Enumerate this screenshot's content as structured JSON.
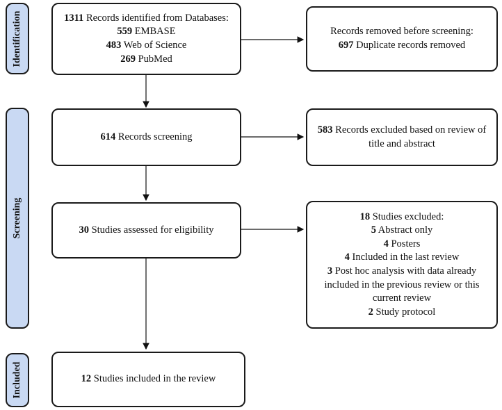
{
  "stages": {
    "identification": "Identification",
    "screening": "Screening",
    "included": "Included"
  },
  "identified": {
    "line1": {
      "num": "1311",
      "text": " Records identified from Databases:"
    },
    "line2": {
      "num": "559",
      "text": " EMBASE"
    },
    "line3": {
      "num": "483",
      "text": " Web of Science"
    },
    "line4": {
      "num": "269",
      "text": " PubMed"
    }
  },
  "removed": {
    "line1": {
      "text": "Records removed before screening:"
    },
    "line2": {
      "num": "697",
      "text": " Duplicate records removed"
    }
  },
  "screened": {
    "line1": {
      "num": "614",
      "text": " Records screening"
    }
  },
  "excluded_screen": {
    "line1": {
      "num": "583",
      "text": " Records excluded based on review of"
    },
    "line2": {
      "text": "title and abstract"
    }
  },
  "eligibility": {
    "line1": {
      "num": "30",
      "text": " Studies assessed for eligibility"
    }
  },
  "excluded_studies": {
    "line1": {
      "num": "18",
      "text": " Studies excluded:"
    },
    "line2": {
      "num": "5",
      "text": " Abstract only"
    },
    "line3": {
      "num": "4",
      "text": " Posters"
    },
    "line4": {
      "num": "4",
      "text": " Included in the last review"
    },
    "line5": {
      "num": "3",
      "text": " Post hoc analysis with data already"
    },
    "line6": {
      "text": "included in the previous review or this"
    },
    "line7": {
      "text": "current review"
    },
    "line8": {
      "num": "2",
      "text": " Study protocol"
    }
  },
  "included": {
    "line1": {
      "num": "12",
      "text": " Studies included in the review"
    }
  }
}
